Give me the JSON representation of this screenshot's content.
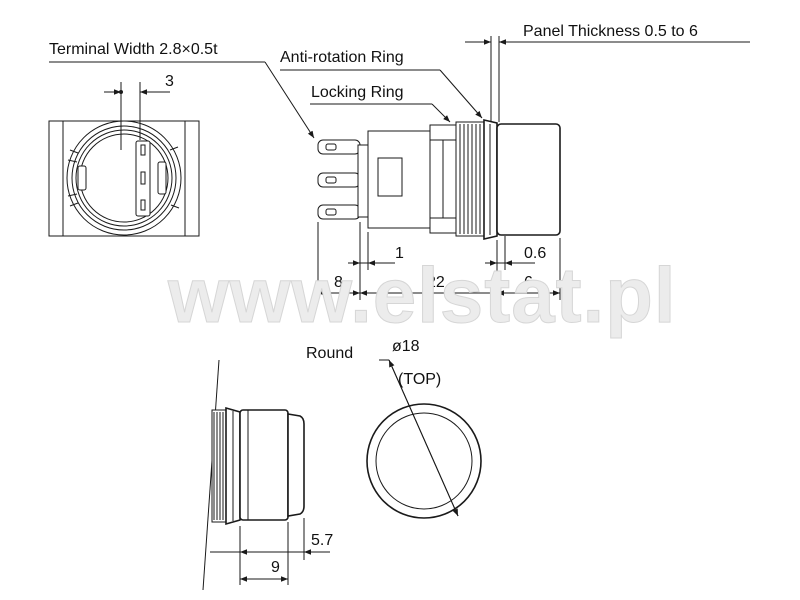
{
  "watermark": "www.elstat.pl",
  "labels": {
    "terminal_width": "Terminal Width 2.8×0.5t",
    "anti_rotation_ring": "Anti-rotation Ring",
    "locking_ring": "Locking Ring",
    "panel_thickness": "Panel Thickness 0.5 to 6",
    "round": "Round",
    "diameter": "ø18",
    "top": "(TOP)"
  },
  "dimensions": {
    "terminal_pitch": "3",
    "dim_1": "1",
    "dim_0_6": "0.6",
    "dim_8": "8",
    "dim_22": "22",
    "dim_6": "6",
    "dim_5_7": "5.7",
    "dim_9": "9"
  },
  "colors": {
    "line": "#1a1a1a",
    "watermark_fill": "#ececec",
    "background": "#ffffff"
  }
}
